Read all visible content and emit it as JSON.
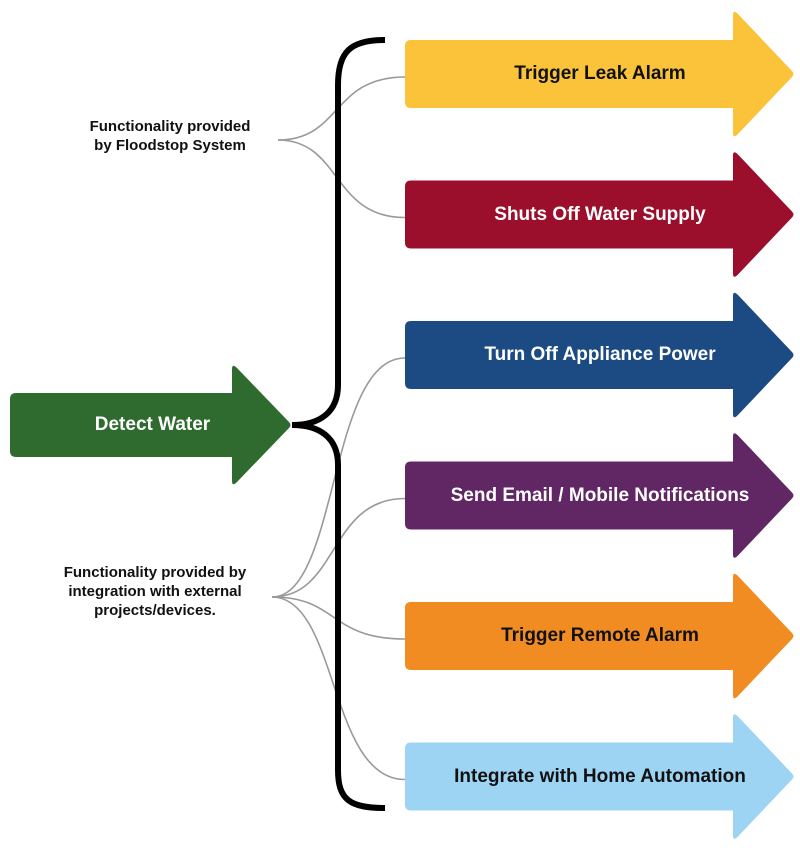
{
  "source": {
    "label": "Detect Water",
    "color": "#2f6b2f",
    "text_color": "#ffffff"
  },
  "notes": {
    "floodstop": "Functionality provided\nby Floodstop System",
    "external": "Functionality provided by\nintegration with external\nprojects/devices."
  },
  "outcomes": [
    {
      "label": "Trigger Leak Alarm",
      "color": "#fbc33a",
      "text_color": "#111111",
      "group": "floodstop"
    },
    {
      "label": "Shuts Off Water Supply",
      "color": "#9b0f2c",
      "text_color": "#ffffff",
      "group": "floodstop"
    },
    {
      "label": "Turn Off Appliance Power",
      "color": "#1c4a82",
      "text_color": "#ffffff",
      "group": "external"
    },
    {
      "label": "Send Email / Mobile Notifications",
      "color": "#612664",
      "text_color": "#ffffff",
      "group": "external"
    },
    {
      "label": "Trigger Remote Alarm",
      "color": "#f08c22",
      "text_color": "#111111",
      "group": "external"
    },
    {
      "label": "Integrate with Home Automation",
      "color": "#9dd3f3",
      "text_color": "#111111",
      "group": "external"
    }
  ],
  "colors": {
    "brace": "#000000",
    "connector": "#999999"
  }
}
